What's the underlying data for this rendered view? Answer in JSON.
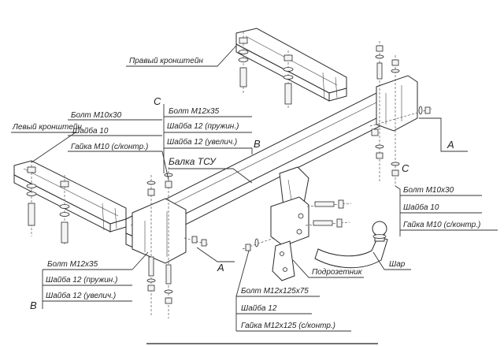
{
  "labels": {
    "right_bracket": "Правый кронштейн",
    "left_bracket": "Левый кронштейн",
    "beam": "Балка ТСУ",
    "socket_bracket": "Подрозетник",
    "ball": "Шар"
  },
  "group_c_top": {
    "letter": "C",
    "bolt": "Болт М12х35",
    "washer_spring": "Шайба 12 (пружин.)",
    "washer_large": "Шайба 12 (увелич.)",
    "letter_b": "B"
  },
  "group_left_upper": {
    "bolt": "Болт М10х30",
    "washer": "Шайба 10",
    "nut": "Гайка М10 (с/контр.)"
  },
  "group_right": {
    "letter_a": "A",
    "letter_c": "C",
    "bolt": "Болт М10х30",
    "washer": "Шайба 10",
    "nut": "Гайка М10 (с/контр.)"
  },
  "group_left_lower": {
    "letter": "B",
    "bolt": "Болт М12х35",
    "washer_spring": "Шайба 12 (пружин.)",
    "washer_large": "Шайба 12 (увелич.)"
  },
  "group_bottom": {
    "letter_a": "A",
    "bolt": "Болт М12х125х75",
    "washer": "Шайба 12",
    "nut": "Гайка М12х125 (с/контр.)"
  }
}
